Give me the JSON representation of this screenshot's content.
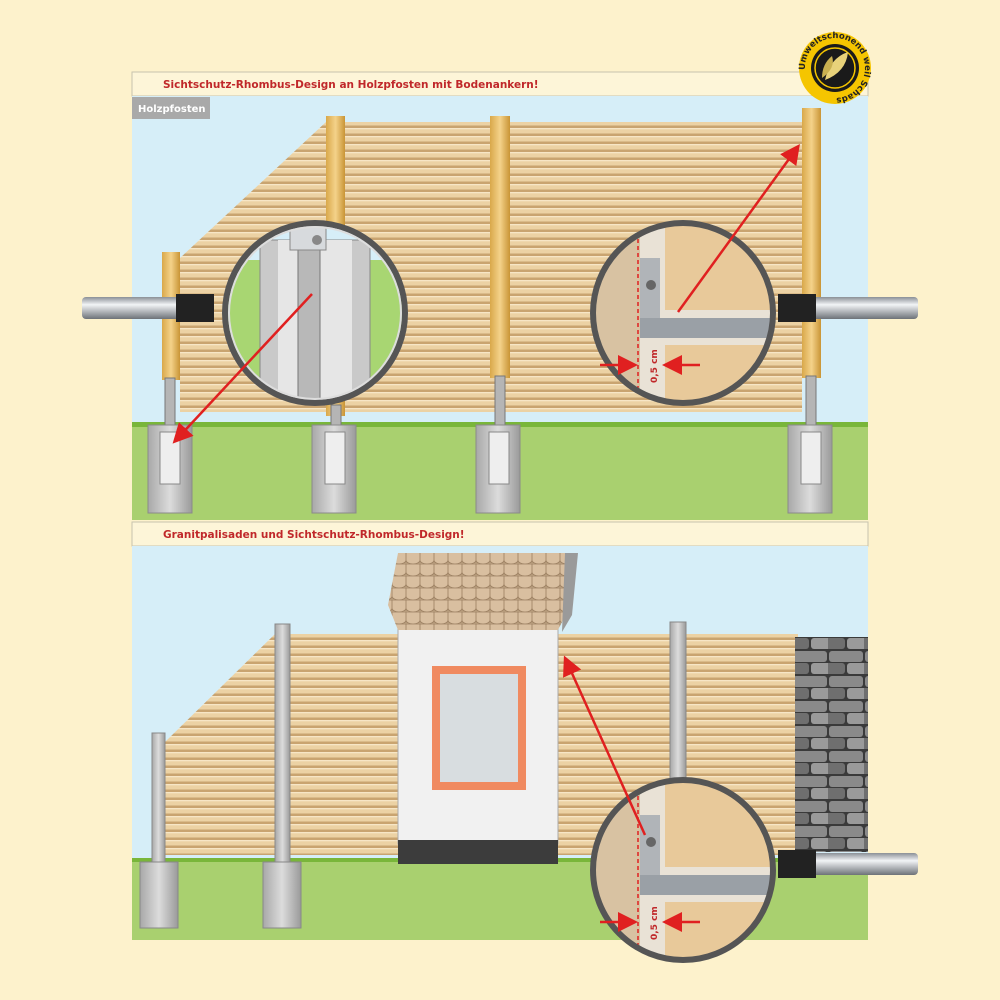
{
  "panel_top": {
    "title": "Sichtschutz-Rhombus-Design an Holzpfosten mit Bodenankern!",
    "tag": "Holzpfosten",
    "dimension_label": "0,5 cm"
  },
  "panel_bottom": {
    "title": "Granitpalisaden und Sichtschutz-Rhombus-Design!",
    "dimension_label": "0,5 cm"
  },
  "seal": {
    "text": "Umweltschonend weil Schadstofffrei"
  },
  "colors": {
    "background": "#fdf2cc",
    "title_red": "#c0282a",
    "sky": "#d6eef8",
    "grass": "#a9d06f",
    "wood": "#e8c99a",
    "arrow": "#e02020",
    "seal_yellow": "#f5c500"
  }
}
